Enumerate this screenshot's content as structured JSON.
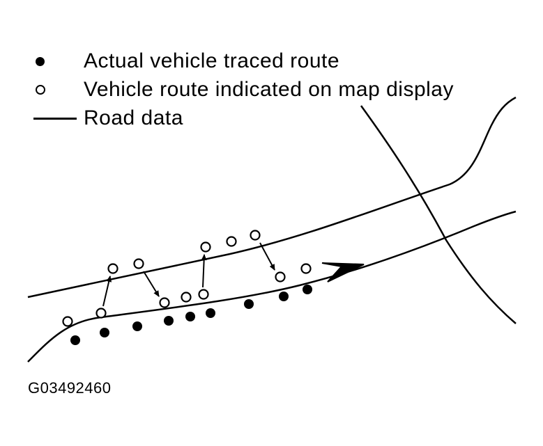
{
  "legend": {
    "actual_route": "Actual vehicle traced route",
    "indicated_route": "Vehicle route indicated on map display",
    "road_data": "Road data"
  },
  "figure_code": "G03492460",
  "symbols": {
    "actual_route": "filled-circle",
    "indicated_route": "open-circle",
    "road_data": "solid-line"
  },
  "colors": {
    "ink": "#000000",
    "background": "#ffffff"
  }
}
